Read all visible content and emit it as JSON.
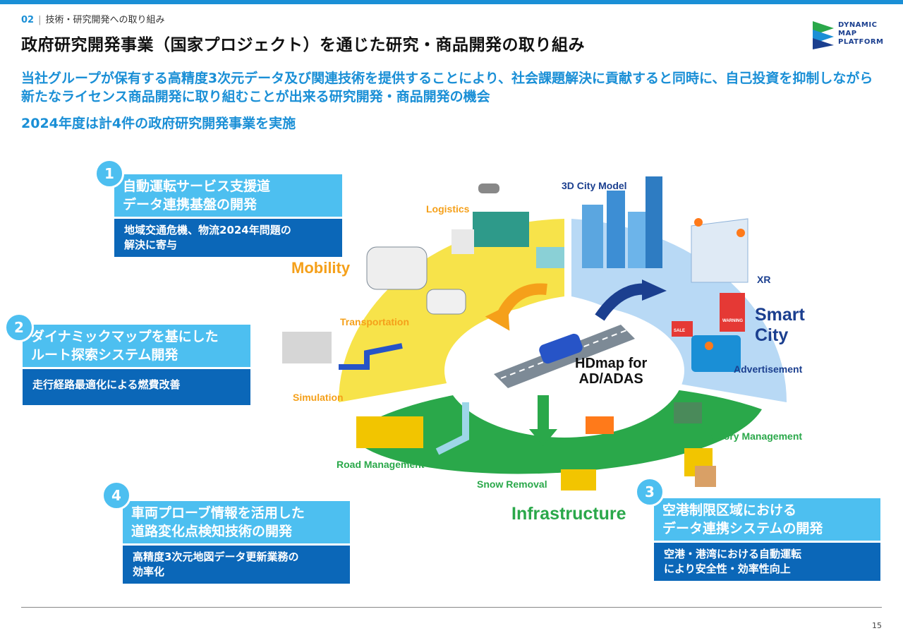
{
  "header": {
    "section_number": "02",
    "section_title": "技術・研究開発への取り組み",
    "page_title": "政府研究開発事業（国家プロジェクト）を通じた研究・商品開発の取り組み"
  },
  "logo": {
    "line1": "DYNAMIC",
    "line2": "MAP",
    "line3": "PLATFORM"
  },
  "lead": {
    "text": "当社グループが保有する高精度3次元データ及び関連技術を提供することにより、社会課題解決に貢献すると同時に、自己投資を抑制しながら新たなライセンス商品開発に取り組むことが出来る研究開発・商品開発の機会",
    "sub": "2024年度は計4件の政府研究開発事業を実施"
  },
  "projects": [
    {
      "num": "1",
      "title1": "自動運転サービス支援道",
      "title2": "データ連携基盤の開発",
      "body1": "地域交通危機、物流2024年問題の",
      "body2": "解決に寄与"
    },
    {
      "num": "2",
      "title1": "ダイナミックマップを基にした",
      "title2": "ルート探索システム開発",
      "body1": "走行経路最適化による燃費改善",
      "body2": ""
    },
    {
      "num": "3",
      "title1": "空港制限区域における",
      "title2": "データ連携システムの開発",
      "body1": "空港・港湾における自動運転",
      "body2": "により安全性・効率性向上"
    },
    {
      "num": "4",
      "title1": "車両プローブ情報を活用した",
      "title2": "道路変化点検知技術の開発",
      "body1": "高精度3次元地図データ更新業務の",
      "body2": "効率化"
    }
  ],
  "diagram": {
    "mobility": "Mobility",
    "smart_city": "Smart City",
    "infrastructure": "Infrastructure",
    "center1": "HDmap for",
    "center2": "AD/ADAS",
    "logistics": "Logistics",
    "transportation": "Transportation",
    "simulation": "Simulation",
    "city_model": "3D City Model",
    "xr": "XR",
    "advertisement": "Advertisement",
    "factory": "Factory Management",
    "road": "Road Management",
    "snow": "Snow Removal",
    "sale_sign": "SALE",
    "warning_sign": "WARNING"
  },
  "colors": {
    "accent": "#1a8fd6",
    "head": "#4dbff0",
    "body": "#0b67b8",
    "mobility": "#f5a01a",
    "smart_city": "#1b3f8f",
    "infra": "#2aa84a"
  },
  "footer": {
    "page_number": "15"
  }
}
